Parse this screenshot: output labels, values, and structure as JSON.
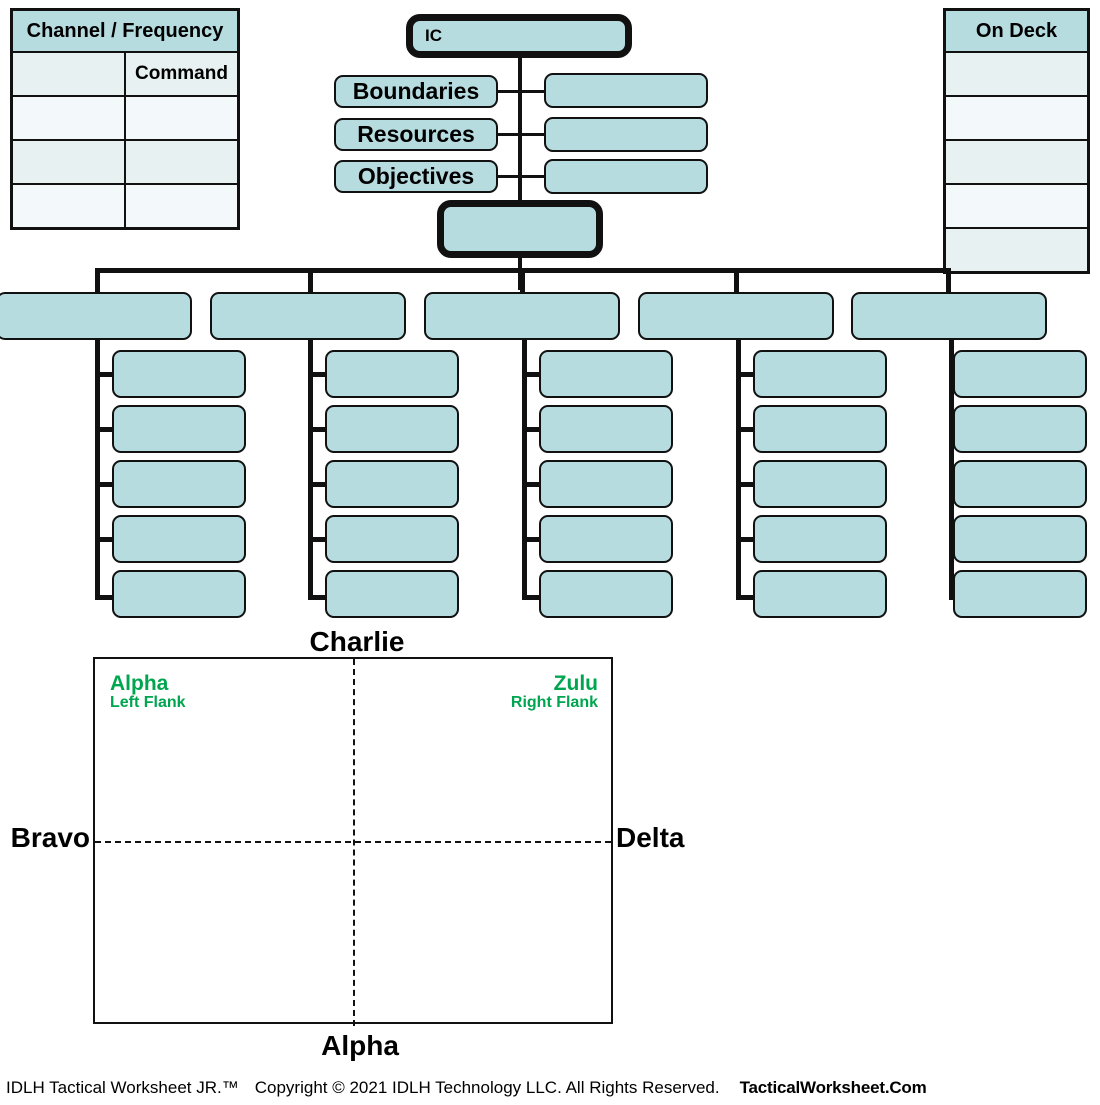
{
  "document": {
    "title": "IDLH Tactical Worksheet JR."
  },
  "channel_table": {
    "header": "Channel / Frequency",
    "columns": [
      "",
      ""
    ],
    "rows": [
      {
        "cells": [
          "",
          "Command"
        ],
        "shade": "A"
      },
      {
        "cells": [
          "",
          ""
        ],
        "shade": "B"
      },
      {
        "cells": [
          "",
          ""
        ],
        "shade": "A"
      },
      {
        "cells": [
          "",
          ""
        ],
        "shade": "B"
      }
    ]
  },
  "on_deck_table": {
    "header": "On Deck",
    "rows": [
      {
        "cells": [
          ""
        ],
        "shade": "A"
      },
      {
        "cells": [
          ""
        ],
        "shade": "B"
      },
      {
        "cells": [
          ""
        ],
        "shade": "A"
      },
      {
        "cells": [
          ""
        ],
        "shade": "B"
      },
      {
        "cells": [
          ""
        ],
        "shade": "A"
      }
    ]
  },
  "command_chart": {
    "ic_box": {
      "label": "IC",
      "value": ""
    },
    "attributes": [
      {
        "label": "Boundaries",
        "value": ""
      },
      {
        "label": "Resources",
        "value": ""
      },
      {
        "label": "Objectives",
        "value": ""
      }
    ],
    "ops_box": {
      "label": "",
      "value": ""
    },
    "divisions": [
      {
        "label": "",
        "units": [
          "",
          "",
          "",
          "",
          ""
        ]
      },
      {
        "label": "",
        "units": [
          "",
          "",
          "",
          "",
          ""
        ]
      },
      {
        "label": "",
        "units": [
          "",
          "",
          "",
          "",
          ""
        ]
      },
      {
        "label": "",
        "units": [
          "",
          "",
          "",
          "",
          ""
        ]
      },
      {
        "label": "",
        "units": [
          "",
          "",
          "",
          "",
          ""
        ]
      }
    ]
  },
  "tactical_grid": {
    "side_labels": {
      "top": "Charlie",
      "left": "Bravo",
      "right": "Delta",
      "bottom": "Alpha"
    },
    "quadrants": [
      {
        "name": "Alpha",
        "sub": "Left Flank"
      },
      {
        "name": "Zulu",
        "sub": "Right Flank"
      }
    ],
    "colors": {
      "quadrant_label": "#00a550",
      "box_fill": "#b6dce0",
      "outline": "#111111"
    }
  },
  "footer": {
    "product": "IDLH Tactical Worksheet JR.™",
    "copyright": "Copyright © 2021 IDLH Technology LLC. All Rights Reserved.",
    "brand": "TacticalWorksheet.Com"
  }
}
